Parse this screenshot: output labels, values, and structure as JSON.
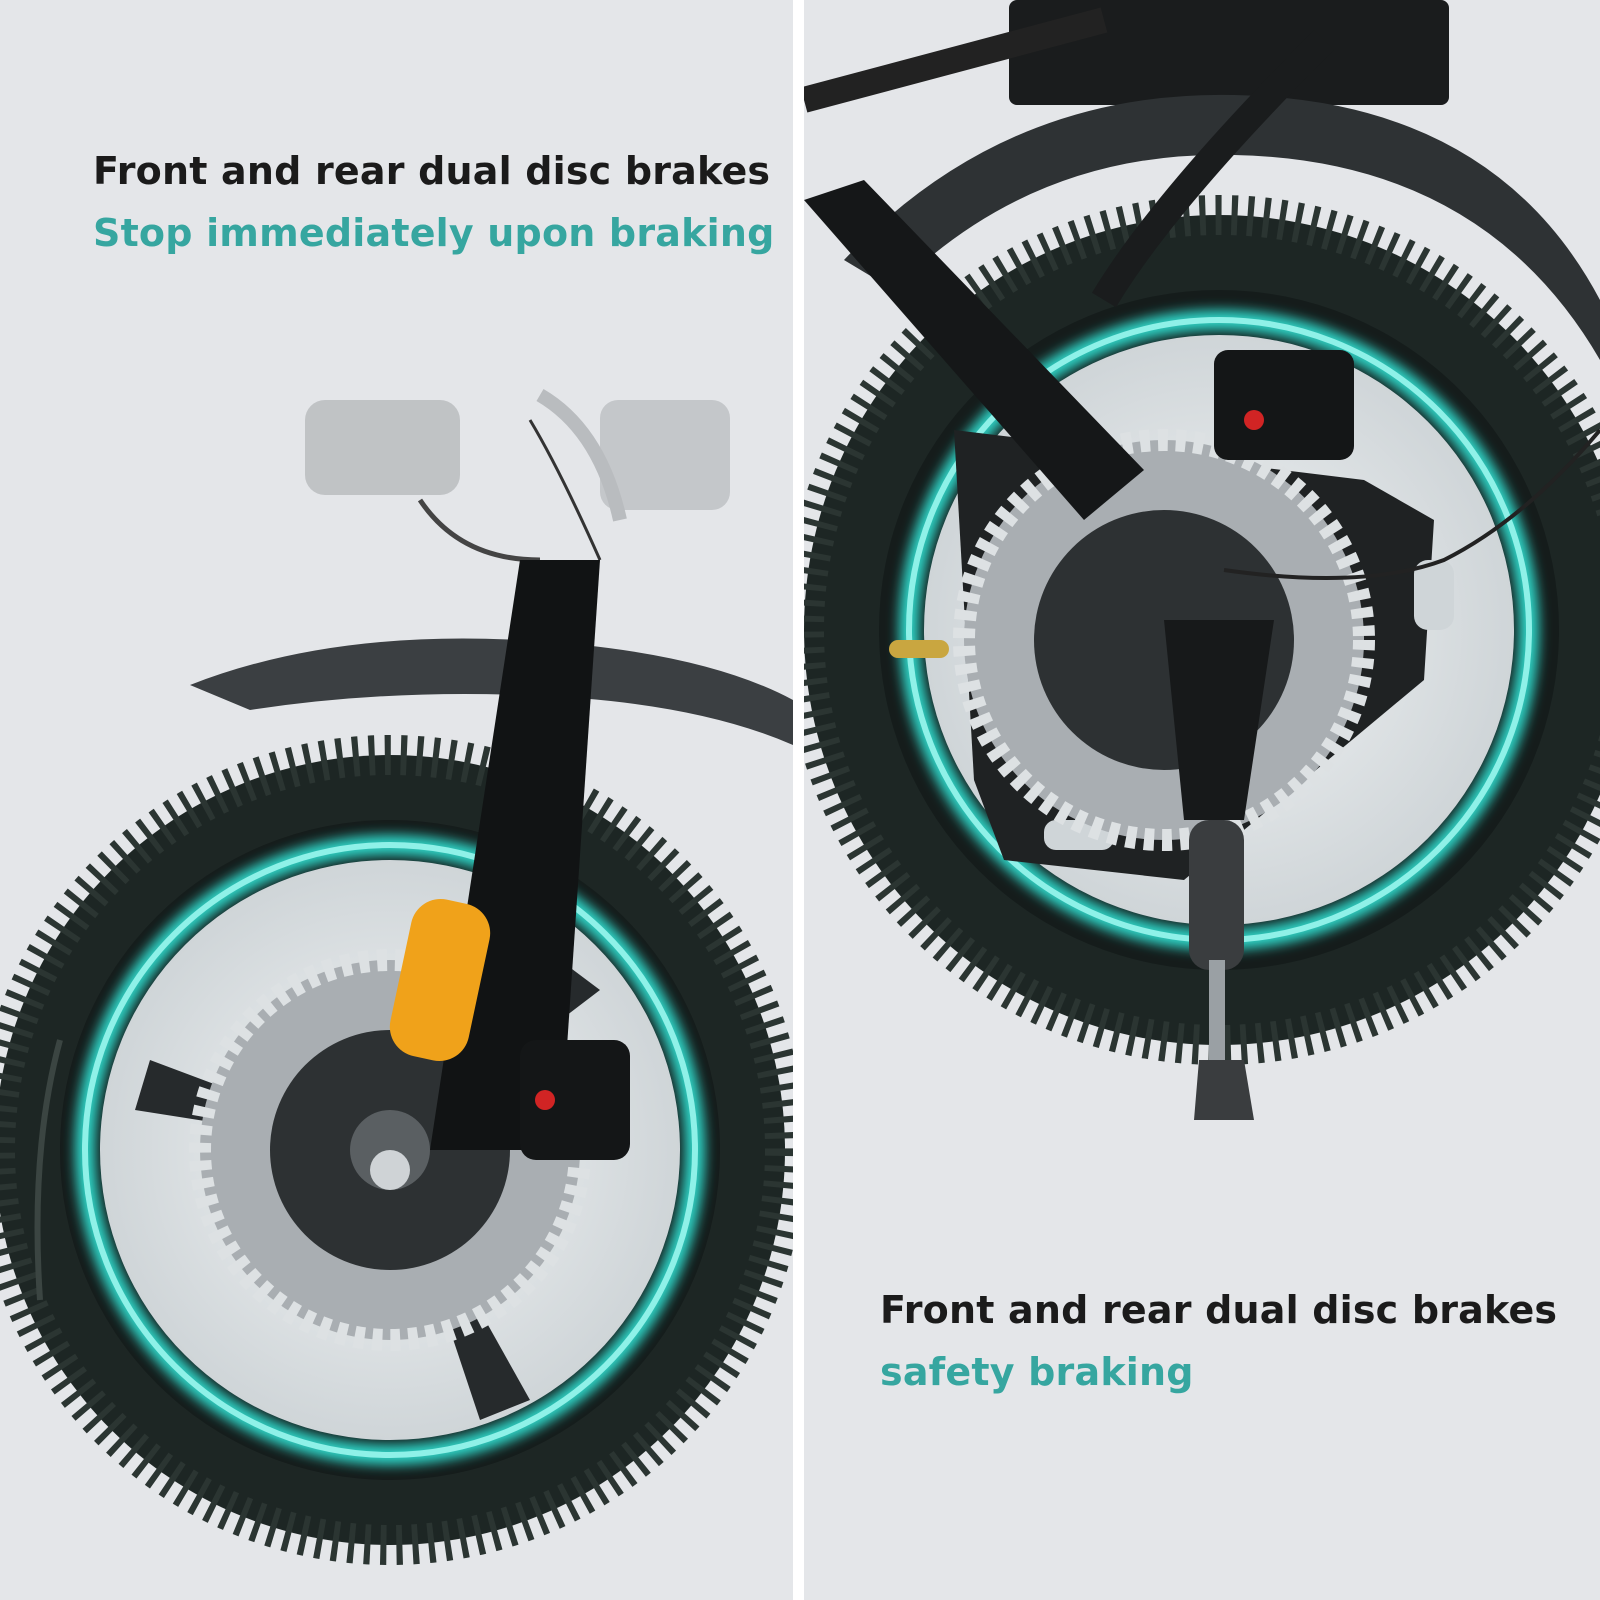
{
  "colors": {
    "background": "#e4e6e9",
    "heading": "#1b1b1b",
    "accent": "#36a6a0",
    "tire": "#202a28",
    "glow": "#2fd6c8"
  },
  "left_panel": {
    "heading": "Front and rear dual disc brakes",
    "subheading": "Stop immediately upon braking"
  },
  "right_panel": {
    "heading": "Front and rear dual disc brakes",
    "subheading": "safety braking"
  }
}
